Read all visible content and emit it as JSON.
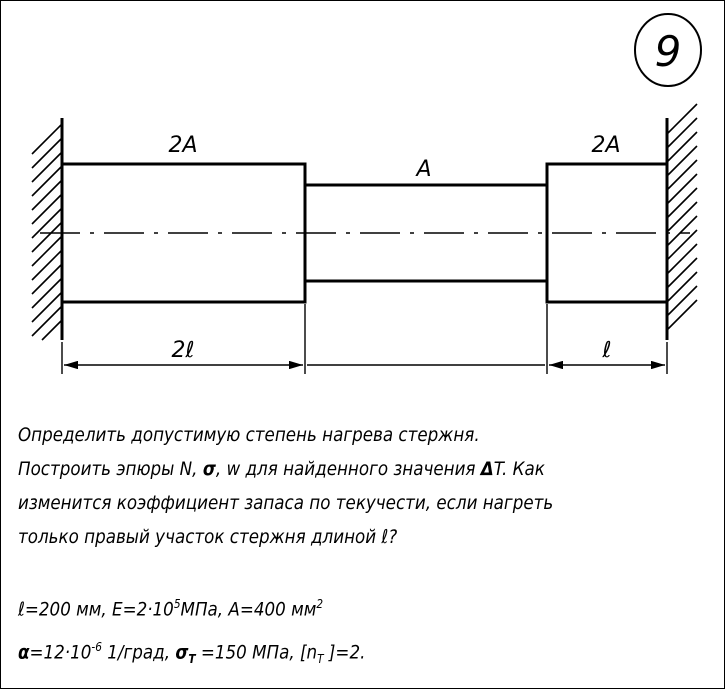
{
  "problem_number": "9",
  "labels": {
    "left_area": "2A",
    "middle_area": "A",
    "right_area": "2A",
    "left_length": "2ℓ",
    "right_length": "ℓ"
  },
  "task": {
    "line1": "Определить допустимую степень нагрева стержня.",
    "line2_a": "Построить эпюры N, ",
    "line2_sigma": "σ",
    "line2_b": ", w для найденного значения ",
    "line2_delta": "Δ",
    "line2_c": "T. Как",
    "line3": "изменится коэффициент запаса по текучести, если нагреть",
    "line4": "только правый участок стержня длиной ℓ?"
  },
  "params": {
    "l_a": "ℓ=200 мм, E=2·10",
    "l_exp": "5",
    "l_b": "МПа, A=400 мм",
    "l_sq": "2",
    "alpha_sym": "α",
    "alpha_val": "=12·10",
    "alpha_exp": "-6",
    "alpha_unit": " 1/град, ",
    "sigma_sym": "σ",
    "sigma_sub": "T",
    "sigma_val": " =150 МПа, [n",
    "n_sub": "T",
    "n_val": " ]=2."
  }
}
